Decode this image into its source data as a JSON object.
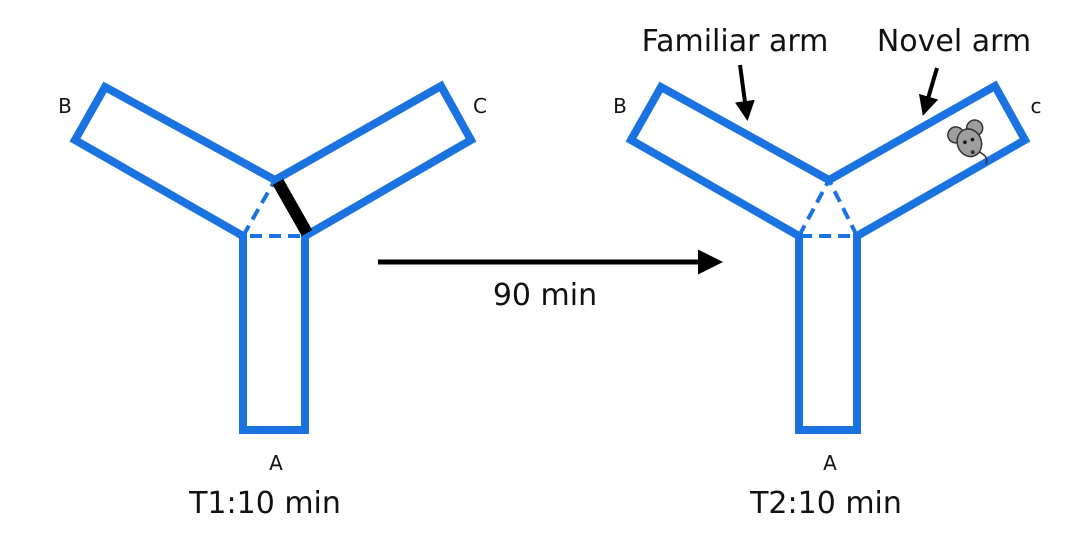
{
  "session1": {
    "arm_labels": {
      "a": "A",
      "b": "B",
      "c": "C"
    },
    "caption": "T1:10 min",
    "blocked_arm": "C"
  },
  "session2": {
    "arm_labels": {
      "a": "A",
      "b": "B",
      "c": "c"
    },
    "caption": "T2:10 min",
    "callout_familiar": "Familiar arm",
    "callout_novel": "Novel arm",
    "animal_icon": "mouse-icon"
  },
  "interval": {
    "label": "90 min"
  },
  "colors": {
    "maze": "#1a73e0",
    "barrier": "#000000",
    "arrow": "#000000",
    "mouse": "#9e9e9e"
  }
}
